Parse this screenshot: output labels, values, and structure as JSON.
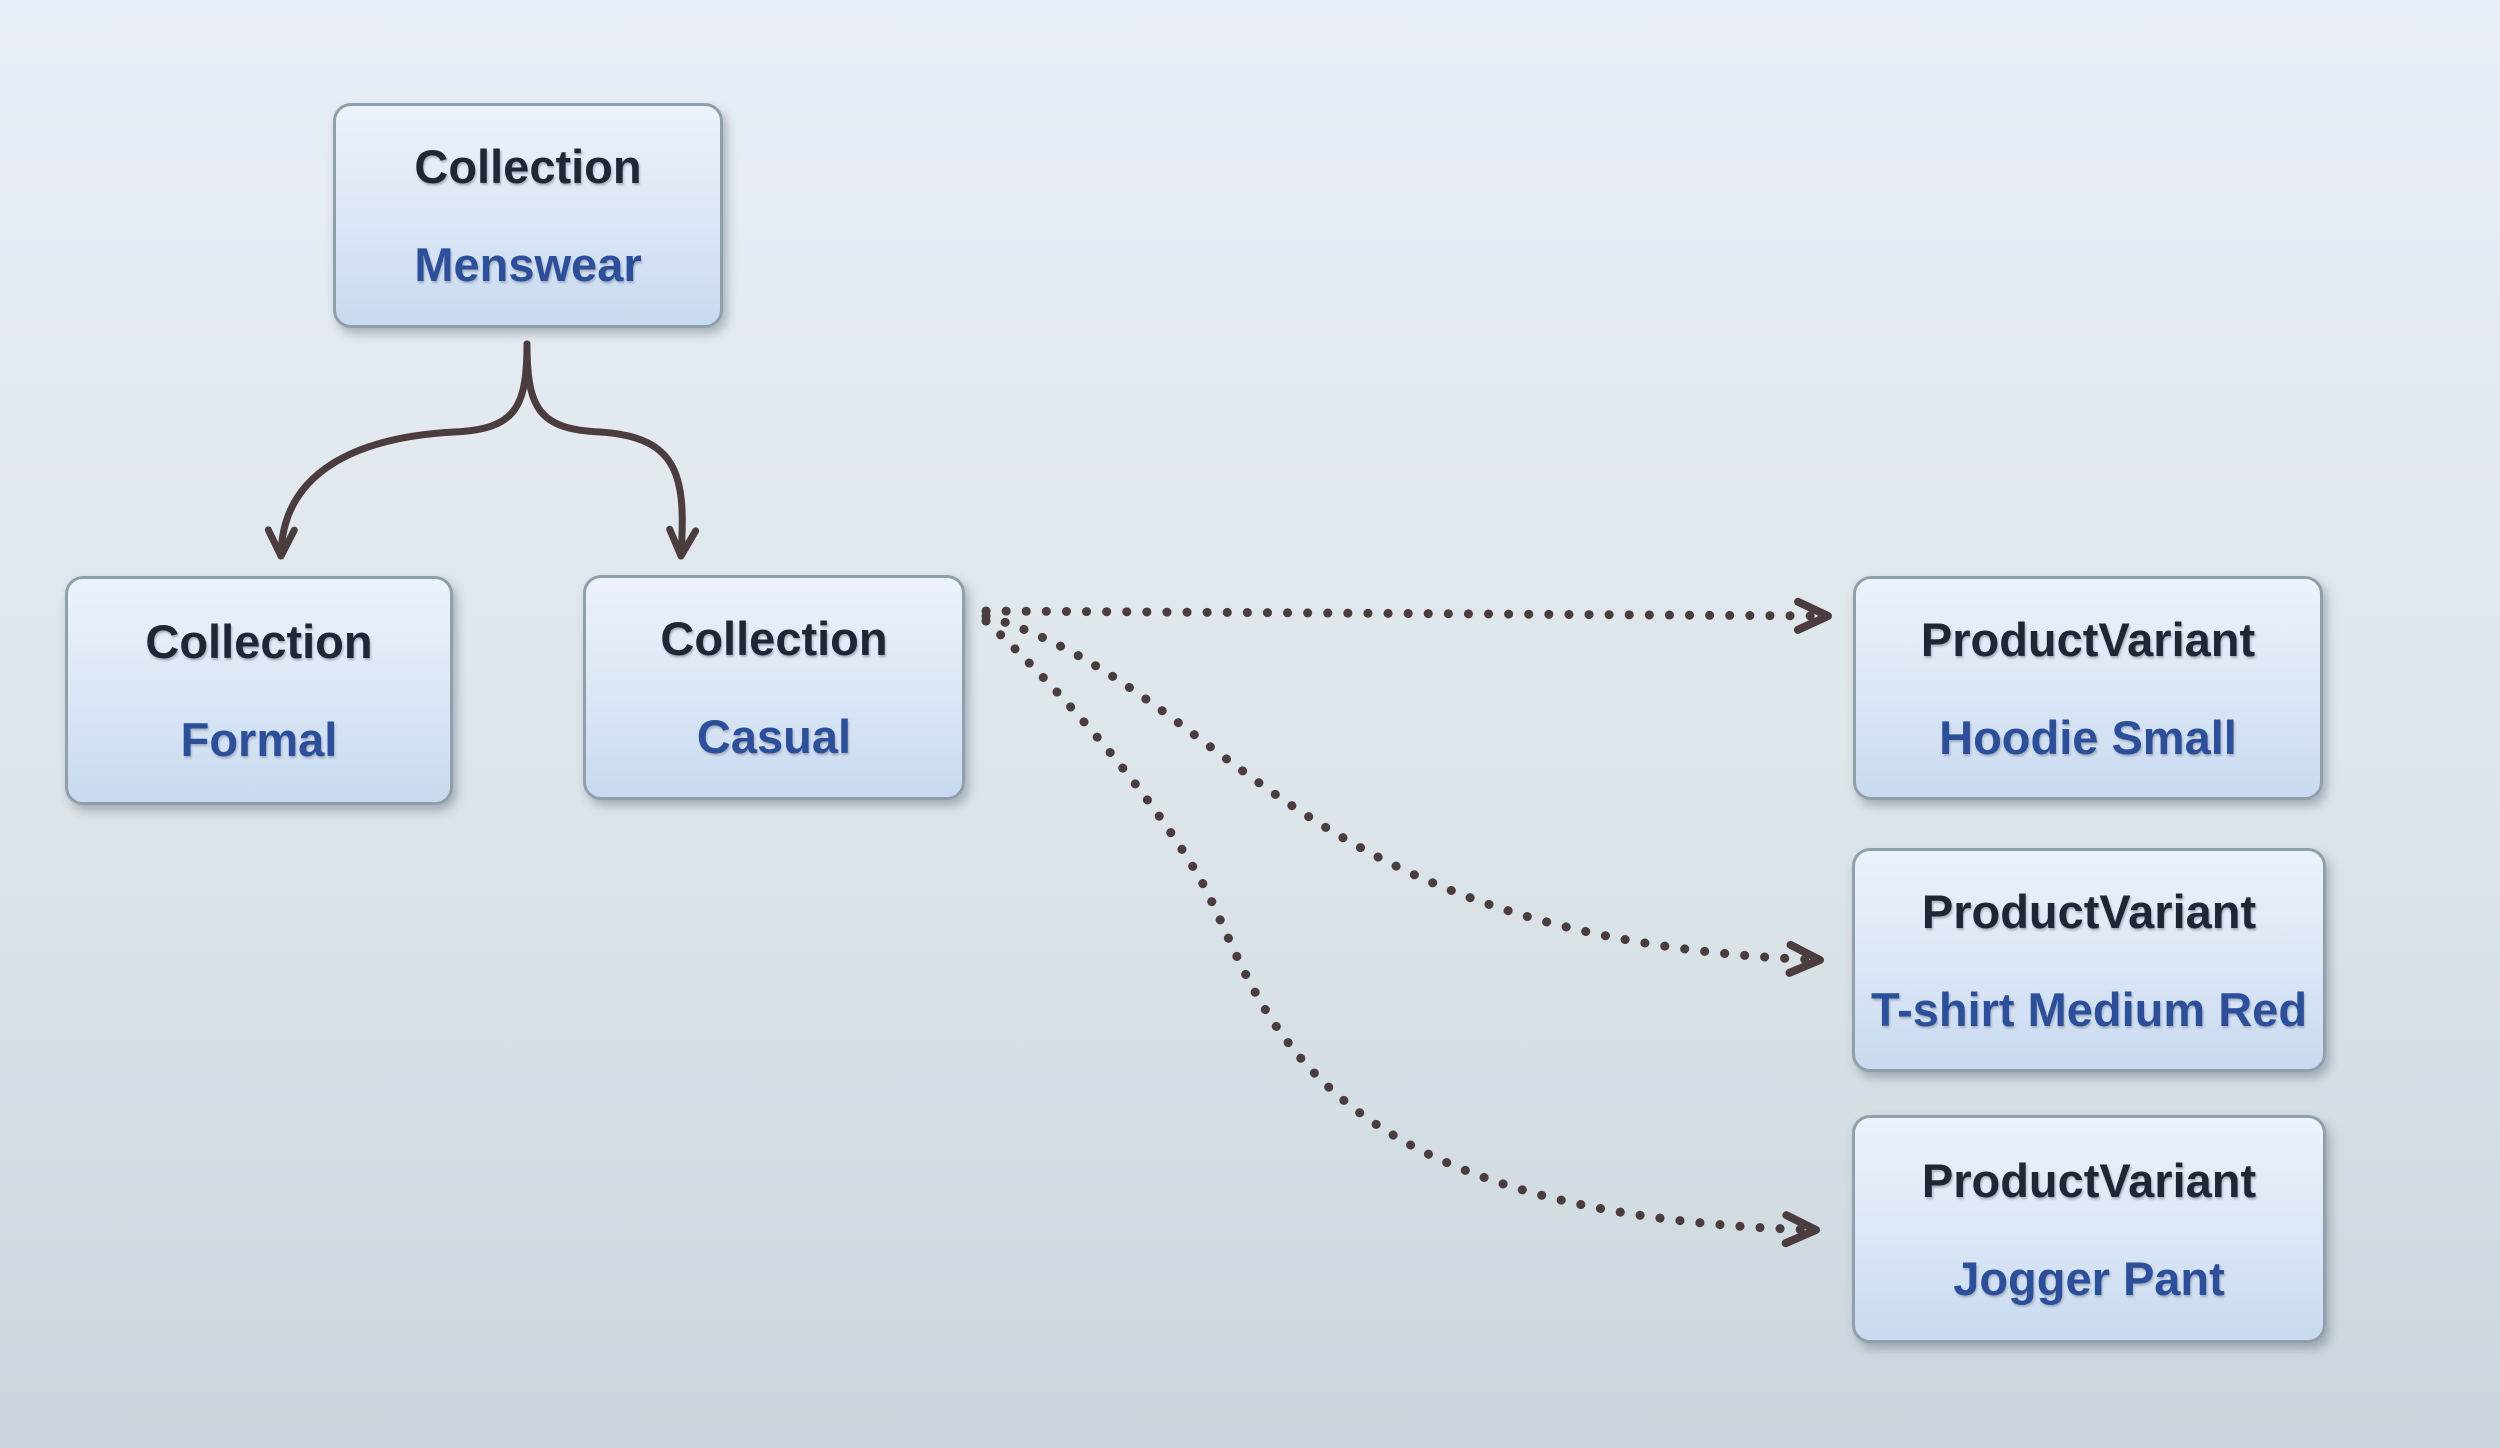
{
  "diagram": {
    "nodes": [
      {
        "type": "Collection",
        "name": "Menswear"
      },
      {
        "type": "Collection",
        "name": "Formal"
      },
      {
        "type": "Collection",
        "name": "Casual"
      },
      {
        "type": "ProductVariant",
        "name": "Hoodie Small"
      },
      {
        "type": "ProductVariant",
        "name": "T-shirt Medium Red"
      },
      {
        "type": "ProductVariant",
        "name": "Jogger Pant"
      }
    ],
    "edges": [
      {
        "from": "Collection Menswear",
        "to": "Collection Formal",
        "style": "solid-curved-arrow"
      },
      {
        "from": "Collection Menswear",
        "to": "Collection Casual",
        "style": "solid-curved-arrow"
      },
      {
        "from": "Collection Casual",
        "to": "ProductVariant Hoodie Small",
        "style": "dotted-arrow"
      },
      {
        "from": "Collection Casual",
        "to": "ProductVariant T-shirt Medium Red",
        "style": "dotted-arrow"
      },
      {
        "from": "Collection Casual",
        "to": "ProductVariant Jogger Pant",
        "style": "dotted-arrow"
      }
    ],
    "colors": {
      "background_top": "#e8eef5",
      "background_mid": "#dde5ea",
      "background_bottom": "#cbd6dc",
      "node_fill_top": "#ecf2fb",
      "node_fill_mid": "#dce7f6",
      "node_fill_bottom": "#c8daf0",
      "node_border": "#8fa0aa",
      "node_type_text": "#1e2736",
      "node_name_text": "#2b4f9a",
      "arrow": "#4b3d3d"
    }
  }
}
